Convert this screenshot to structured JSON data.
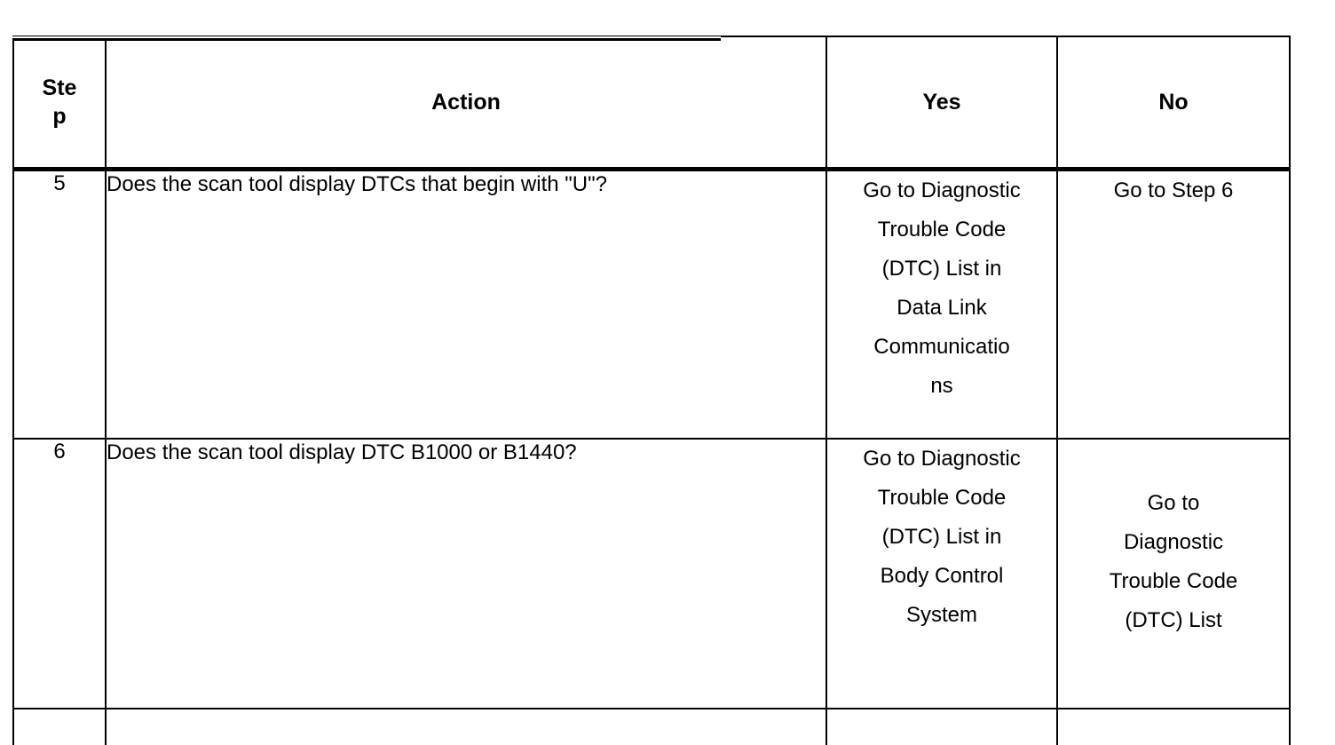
{
  "table": {
    "headers": {
      "step": "Step",
      "action": "Action",
      "yes": "Yes",
      "no": "No"
    },
    "rows": [
      {
        "step": "5",
        "action": "Does the scan tool display DTCs that begin with \"U\"?",
        "yes_lines": [
          "Go to Diagnostic",
          "Trouble Code",
          "(DTC) List in",
          "Data Link",
          "Communicatio",
          "ns"
        ],
        "no_lines": [
          "Go to Step 6"
        ]
      },
      {
        "step": "6",
        "action": "Does the scan tool display DTC B1000 or B1440?",
        "yes_lines": [
          "Go to Diagnostic",
          "Trouble Code",
          "(DTC) List in",
          "Body Control",
          "System"
        ],
        "no_lines": [
          "Go to",
          "Diagnostic",
          "Trouble Code",
          "(DTC) List"
        ]
      }
    ]
  },
  "colors": {
    "border": "#000000",
    "text": "#000000",
    "background": "#ffffff"
  }
}
